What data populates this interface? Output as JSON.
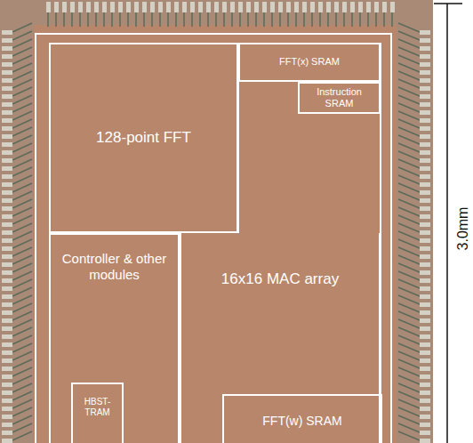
{
  "diagram": {
    "nodes": [
      {
        "text": [
          "128-point FFT"
        ]
      },
      {
        "text": [
          "FFT(x) SRAM"
        ]
      },
      {
        "text": [
          "Instruction SRAM"
        ]
      },
      {
        "text": [
          "Controller & other modules"
        ]
      },
      {
        "text": [
          "HBST- TRAM"
        ],
        "in": 3
      },
      {
        "text": [
          "16x16 MAC array"
        ]
      },
      {
        "text": [
          "FFT(w) SRAM"
        ],
        "in": 5
      }
    ],
    "edges": [],
    "labels": [
      "3.0mm"
    ]
  }
}
